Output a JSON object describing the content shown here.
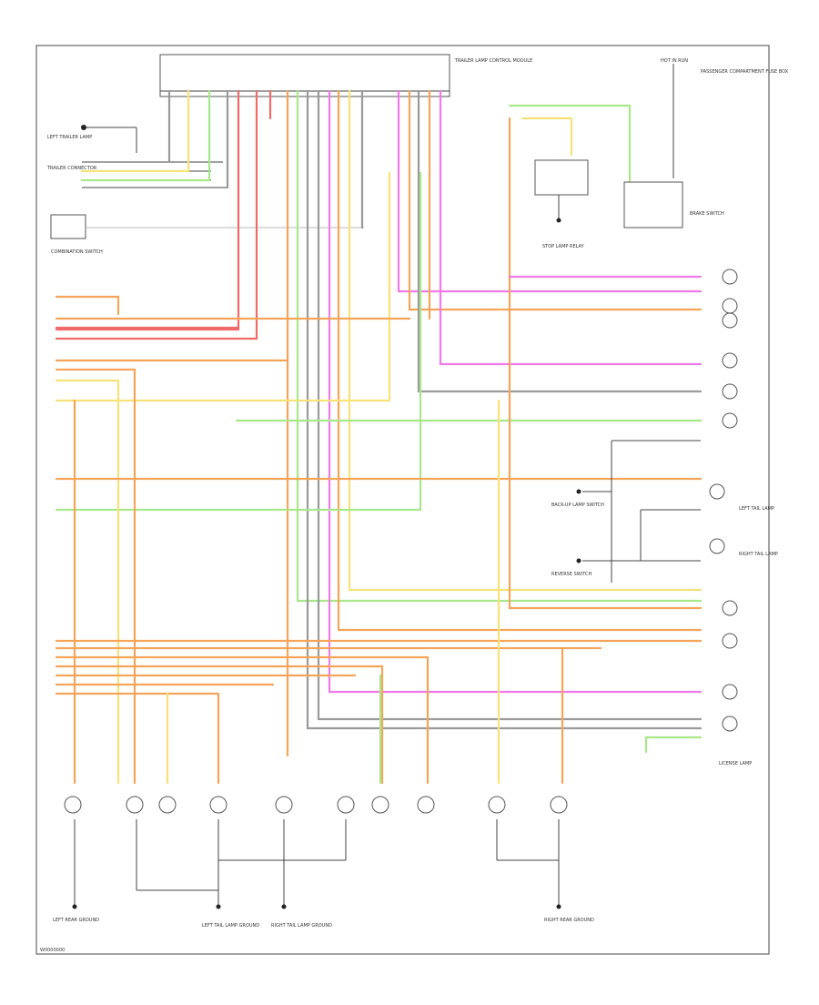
{
  "diagram": {
    "footer_label": "W0000000",
    "colors": {
      "orange": "#f5a55a",
      "red": "#f06a6a",
      "green": "#a8e88a",
      "yellow": "#f7e27a",
      "pink": "#f07ae8",
      "gray": "#9a9a9a",
      "dark": "#555555",
      "frame": "#666666"
    },
    "labels": {
      "top_module": "TRAILER LAMP CONTROL MODULE",
      "left_switch": "LEFT TRAILER LAMP",
      "trailer_connector": "TRAILER CONNECTOR",
      "combination_switch": "COMBINATION SWITCH",
      "hot_run": "HOT IN RUN",
      "fuse_box": "PASSENGER COMPARTMENT FUSE BOX",
      "brake_switch": "BRAKE SWITCH",
      "relay_label": "STOP LAMP RELAY",
      "backup_switch": "BACK-UP LAMP SWITCH",
      "reverse_switch": "REVERSE SWITCH",
      "r_lamp": "RIGHT TAIL LAMP",
      "l_lamp": "LEFT TAIL LAMP",
      "license_lamp": "LICENSE LAMP",
      "ground_1": "LEFT REAR GROUND",
      "ground_2": "LEFT TAIL LAMP GROUND",
      "ground_3": "RIGHT TAIL LAMP GROUND",
      "ground_4": "RIGHT REAR GROUND"
    }
  }
}
